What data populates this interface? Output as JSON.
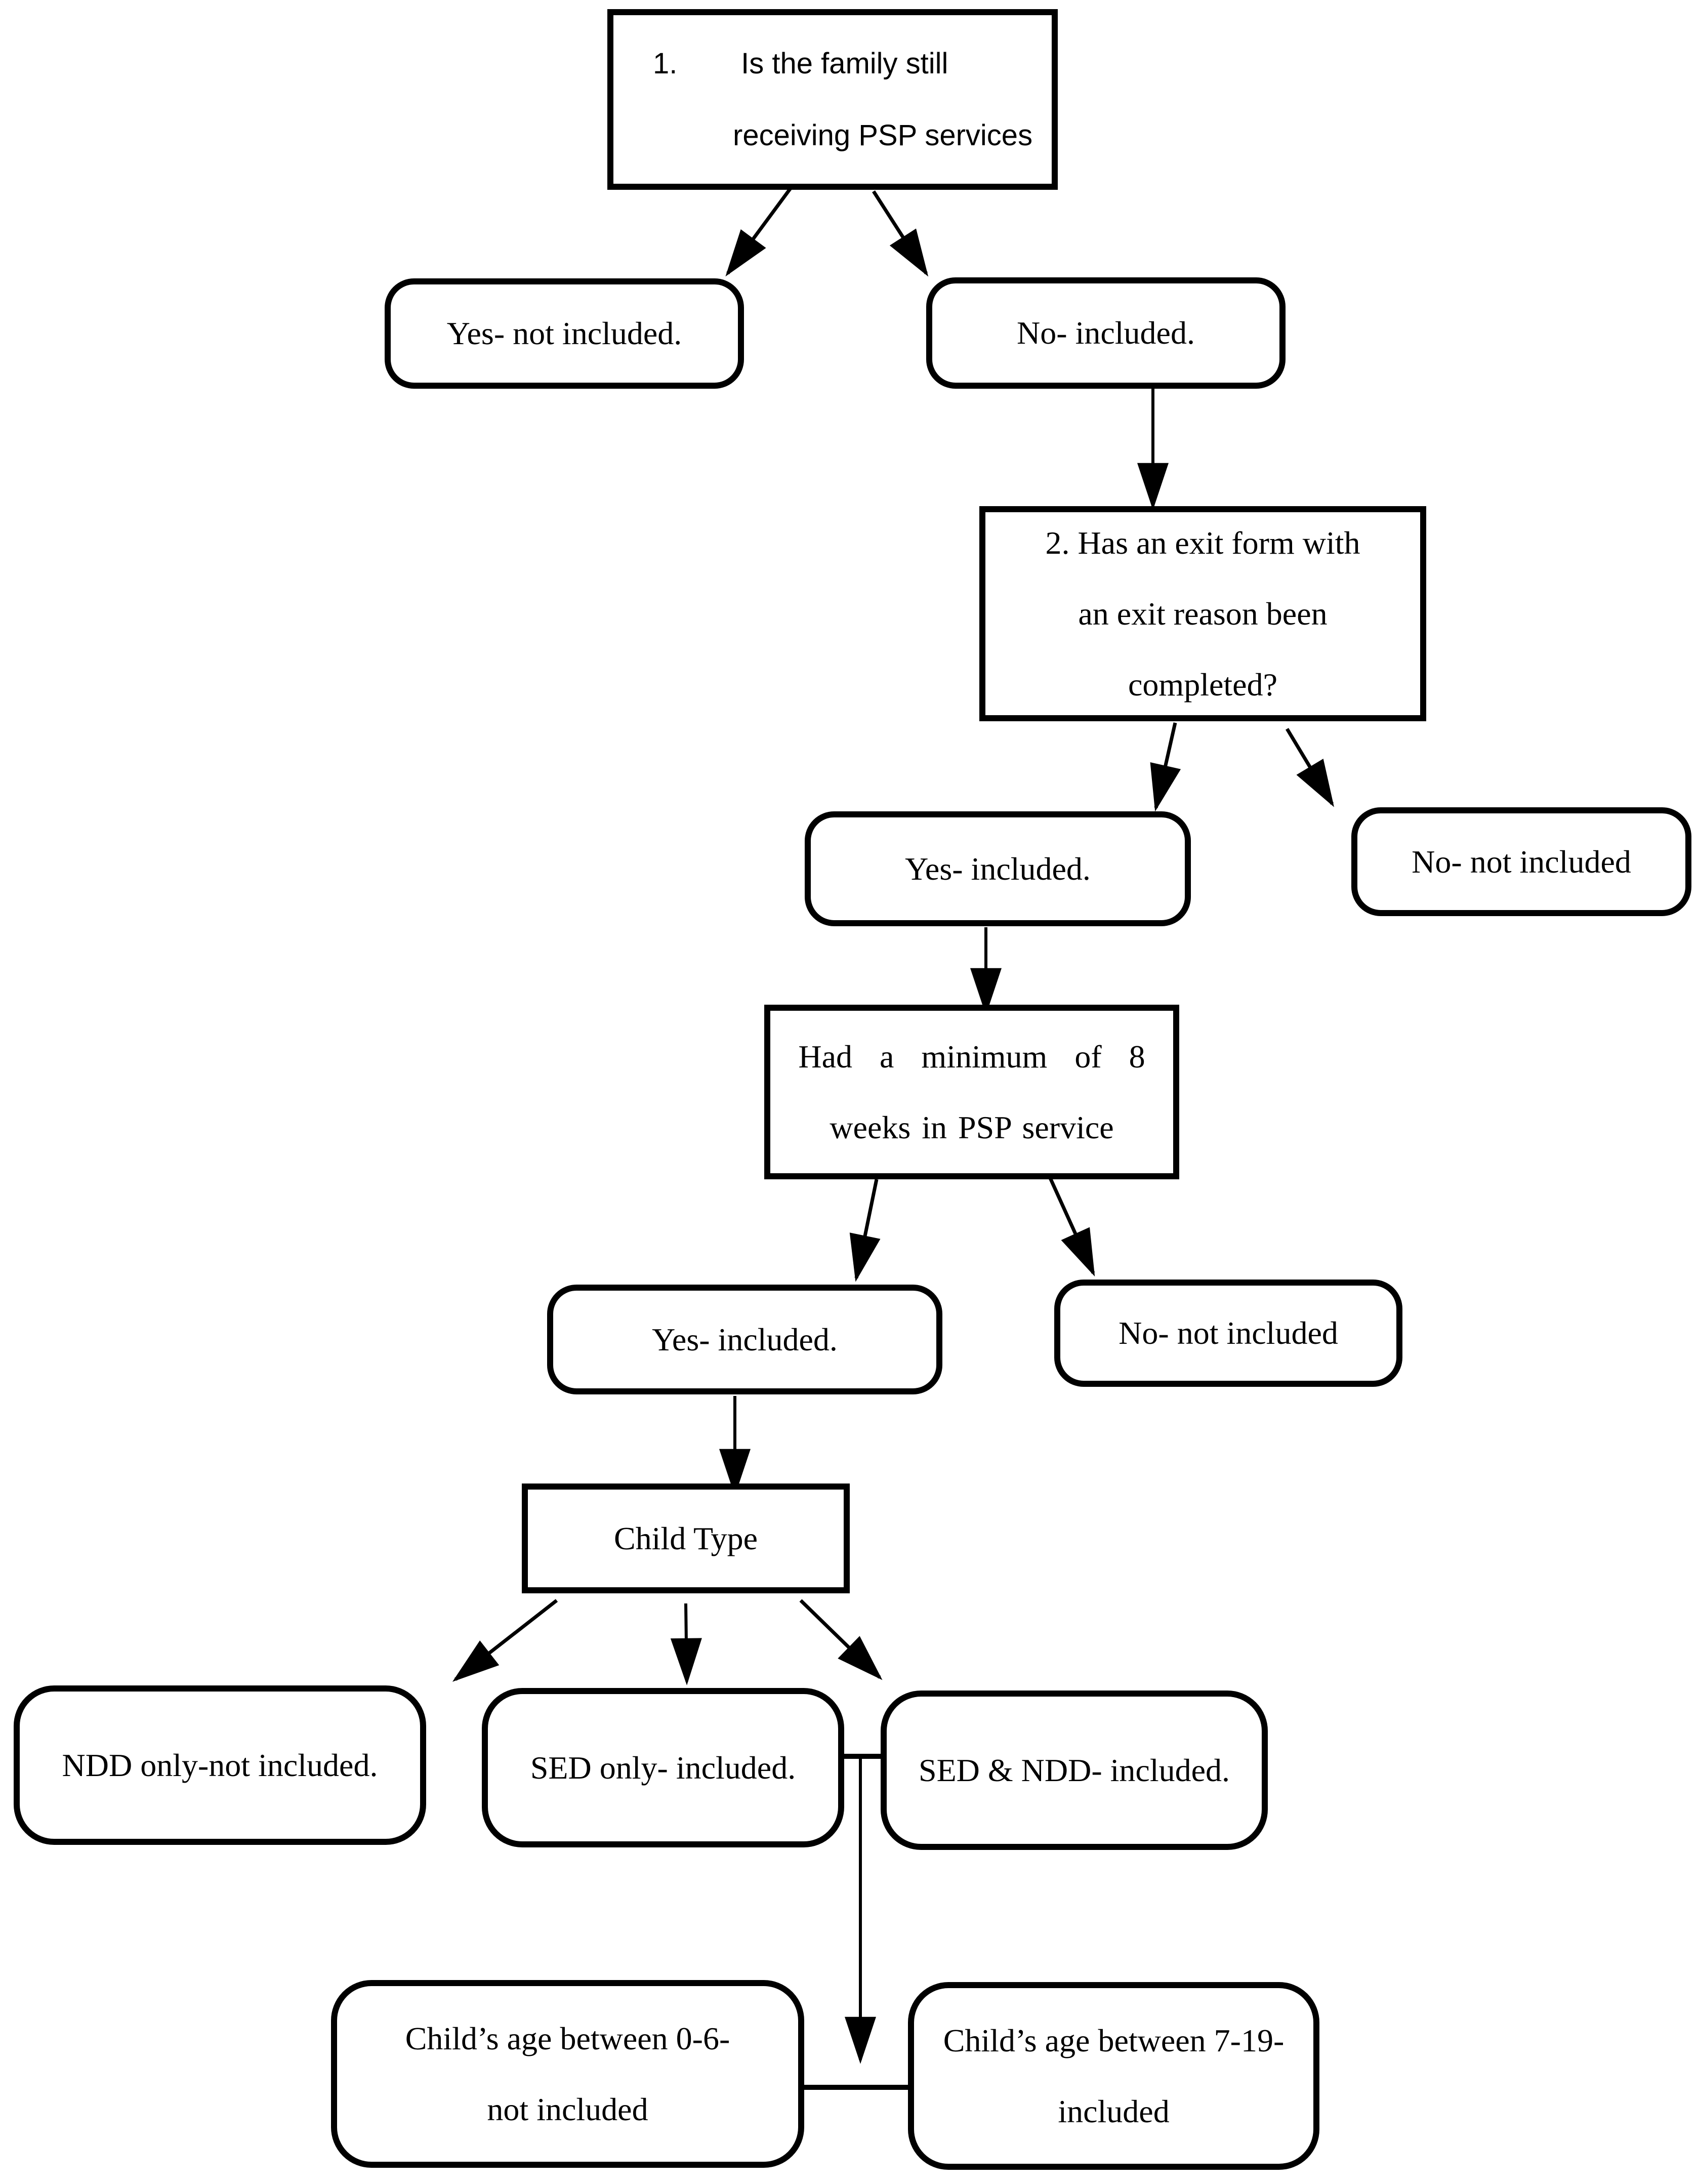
{
  "colors": {
    "ink": "#000000",
    "background": "#ffffff"
  },
  "nodes": {
    "q1": {
      "number": "1.",
      "lines": [
        "Is the family still",
        "receiving PSP services"
      ]
    },
    "a1_yes": {
      "label": "Yes- not included."
    },
    "a1_no": {
      "label": "No- included."
    },
    "q2": {
      "lines": [
        "2. Has an exit form with",
        "an exit reason been",
        "completed?"
      ]
    },
    "a2_yes": {
      "label": "Yes- included."
    },
    "a2_no": {
      "label": "No- not included"
    },
    "q3": {
      "lines": [
        "Had a minimum of 8",
        "weeks in PSP service"
      ]
    },
    "a3_yes": {
      "label": "Yes- included."
    },
    "a3_no": {
      "label": "No- not included"
    },
    "q4": {
      "label": "Child Type"
    },
    "ct_ndd": {
      "label": "NDD only-not included."
    },
    "ct_sed": {
      "label": "SED only- included."
    },
    "ct_sedndd": {
      "label": "SED & NDD- included."
    },
    "age_0_6": {
      "lines": [
        "Child’s age between 0-6-",
        "not included"
      ]
    },
    "age_7_19": {
      "lines": [
        "Child’s age between 7-19-",
        "included"
      ]
    }
  }
}
